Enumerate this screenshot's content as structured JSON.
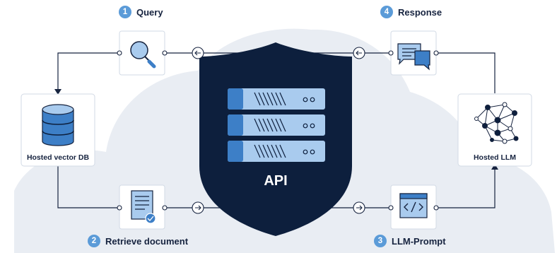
{
  "steps": [
    {
      "number": "1",
      "label": "Query"
    },
    {
      "number": "2",
      "label": "Retrieve document"
    },
    {
      "number": "3",
      "label": "LLM-Prompt"
    },
    {
      "number": "4",
      "label": "Response"
    }
  ],
  "nodes": {
    "vector_db": "Hosted vector DB",
    "llm": "Hosted LLM",
    "api": "API"
  },
  "colors": {
    "cloud": "#e9edf3",
    "shield": "#0d1f3d",
    "accent_blue": "#3d7fc7",
    "light_blue": "#a9cbee",
    "dark_text": "#16233f"
  },
  "icons": [
    "magnifier-icon",
    "chat-icon",
    "database-icon",
    "network-icon",
    "document-icon",
    "code-icon",
    "server-icon",
    "arrow-left-icon",
    "arrow-right-icon"
  ]
}
